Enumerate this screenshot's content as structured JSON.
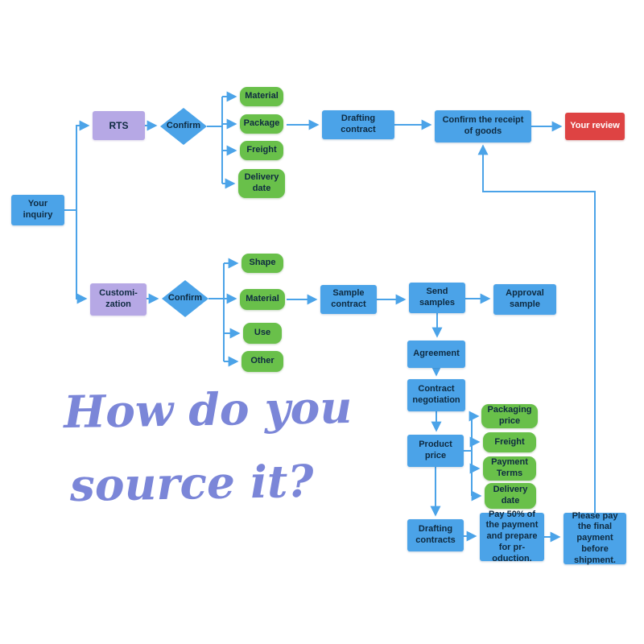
{
  "colors": {
    "node_blue": "#4ba3e8",
    "node_purple": "#b6a8e5",
    "node_green": "#69c04a",
    "node_red": "#de4343",
    "connector": "#4ba3e8",
    "caption": "#7b86d8",
    "text_dark": "#0e2a40"
  },
  "nodes": {
    "inquiry": "Your inquiry",
    "rts": "RTS",
    "confirm_rts": "Confirm",
    "rts_factors": [
      "Material",
      "Package",
      "Freight",
      "Delivery date"
    ],
    "drafting_contract": "Drafting contract",
    "receipt": "Confirm the receipt of goods",
    "review": "Your review",
    "customization": "Customi-zation",
    "confirm_custom": "Confirm",
    "custom_factors": [
      "Shape",
      "Material",
      "Use",
      "Other"
    ],
    "sample_contract": "Sample contract",
    "send_samples": "Send samples",
    "approval_sample": "Approval sample",
    "agreement": "Agreement",
    "contract_negotiation": "Contract negotiation",
    "product_price": "Product price",
    "price_factors": [
      "Packaging price",
      "Freight",
      "Payment Terms",
      "Delivery date"
    ],
    "drafting_contracts": "Drafting contracts",
    "pay_50": "Pay 50% of the payment and prepare for pr-oduction.",
    "final_payment": "Please pay the final payment before shipment."
  },
  "caption": {
    "line1": "How do you",
    "line2": "source it?"
  }
}
